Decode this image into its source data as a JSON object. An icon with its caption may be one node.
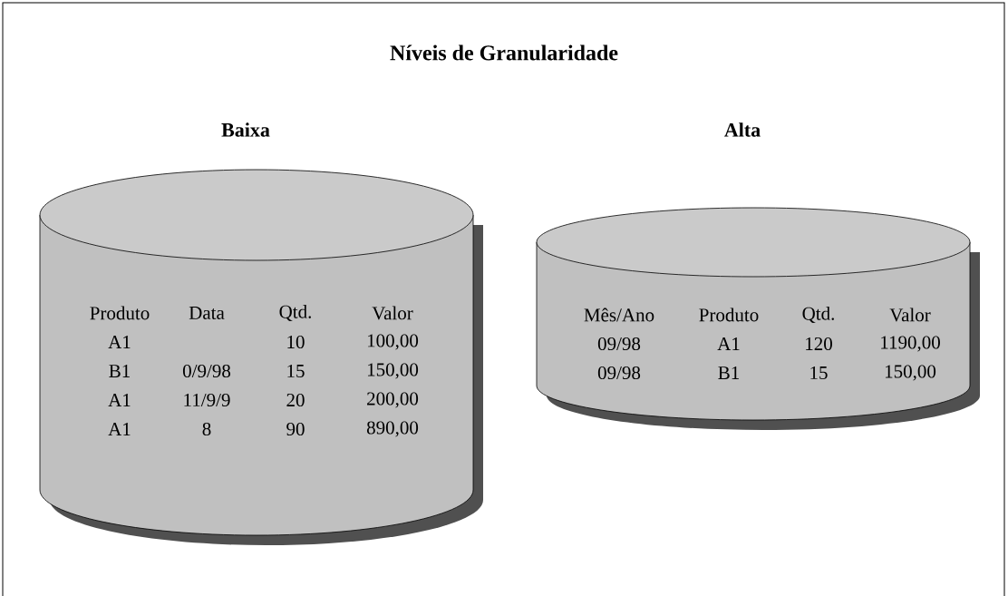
{
  "diagram": {
    "title": "Níveis de Granularidade",
    "nodes": [
      {
        "text": [
          "Baixa",
          "Produto",
          "Data",
          "Qtd.",
          "Valor",
          "A1",
          "10",
          "100,00",
          "B1",
          "0/9/98",
          "15",
          "150,00",
          "A1",
          "11/9/9",
          "20",
          "200,00",
          "A1",
          "8",
          "90",
          "890,00"
        ]
      },
      {
        "text": [
          "Alta",
          "Mês/Ano",
          "Produto",
          "Qtd.",
          "Valor",
          "09/98",
          "A1",
          "120",
          "1190,00",
          "09/98",
          "B1",
          "15",
          "150,00"
        ]
      }
    ]
  }
}
